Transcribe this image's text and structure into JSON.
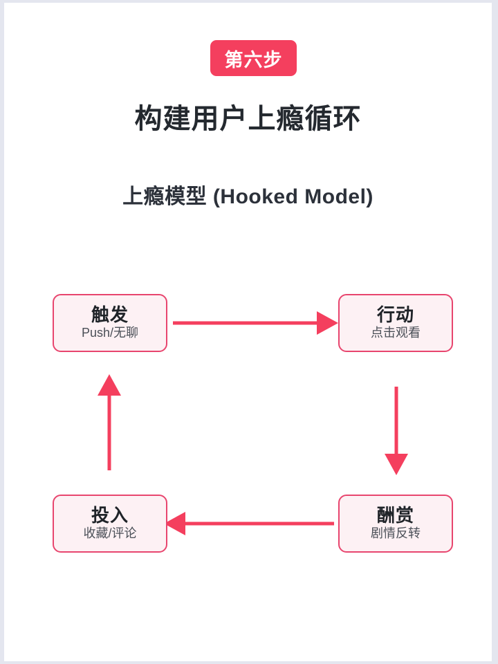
{
  "header": {
    "step_badge": "第六步",
    "title": "构建用户上瘾循环",
    "subtitle": "上瘾模型 (Hooked Model)"
  },
  "theme": {
    "accent": "#f43f5e",
    "node_border": "#e8456e",
    "node_fill": "#fdf1f4",
    "card_bg": "#ffffff",
    "page_bg": "#e4e6ef",
    "title_color": "#24292f"
  },
  "diagram": {
    "type": "cycle",
    "nodes": [
      {
        "id": "trigger",
        "title": "触发",
        "subtitle": "Push/无聊"
      },
      {
        "id": "action",
        "title": "行动",
        "subtitle": "点击观看"
      },
      {
        "id": "reward",
        "title": "酬赏",
        "subtitle": "剧情反转"
      },
      {
        "id": "invest",
        "title": "投入",
        "subtitle": "收藏/评论"
      }
    ],
    "edges": [
      {
        "from": "trigger",
        "to": "action",
        "direction": "right"
      },
      {
        "from": "action",
        "to": "reward",
        "direction": "down"
      },
      {
        "from": "reward",
        "to": "invest",
        "direction": "left"
      },
      {
        "from": "invest",
        "to": "trigger",
        "direction": "up"
      }
    ]
  }
}
